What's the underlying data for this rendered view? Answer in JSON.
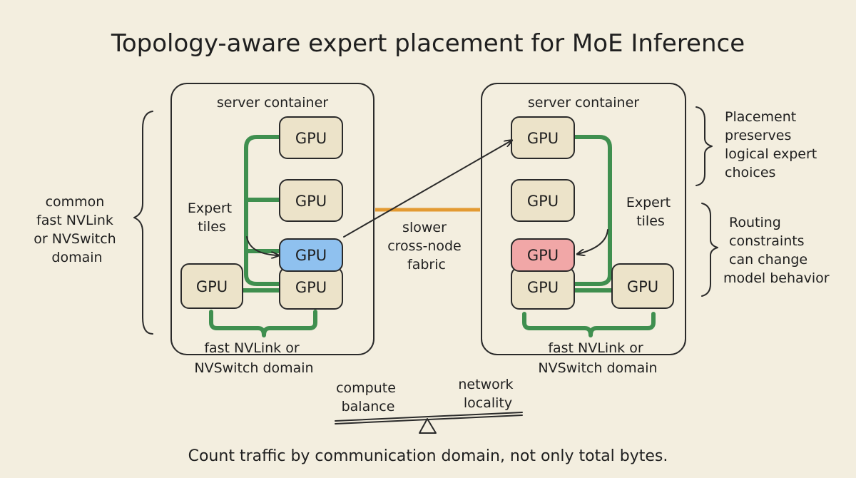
{
  "title": "Topology-aware expert placement for MoE Inference",
  "gpu_label": "GPU",
  "left_server": {
    "label": "server container",
    "expert_label": [
      "Expert",
      "tiles"
    ],
    "domain_label": [
      "fast NVLink or",
      "NVSwitch domain"
    ]
  },
  "right_server": {
    "label": "server container",
    "expert_label": [
      "Expert",
      "tiles"
    ],
    "domain_label": [
      "fast NVLink or",
      "NVSwitch domain"
    ]
  },
  "left_brace_label": [
    "common",
    "fast NVLink",
    "or NVSwitch",
    "domain"
  ],
  "fabric_label": [
    "slower",
    "cross-node",
    "fabric"
  ],
  "right_notes": [
    [
      "Placement",
      "preserves",
      "logical expert",
      "choices"
    ],
    [
      "Routing",
      "constraints",
      "can change",
      "model behavior"
    ]
  ],
  "balance": {
    "left": [
      "compute",
      "balance"
    ],
    "right": [
      "network",
      "locality"
    ]
  },
  "footer": "Count traffic by communication domain, not only total bytes.",
  "colors": {
    "background": "#f3eedf",
    "gpu_fill": "#ece3c9",
    "gpu_highlight_blue": "#8fc1ef",
    "gpu_highlight_red": "#f1a7a7",
    "nvlink_green": "#3f8f4f",
    "fabric_orange": "#e39a32"
  }
}
